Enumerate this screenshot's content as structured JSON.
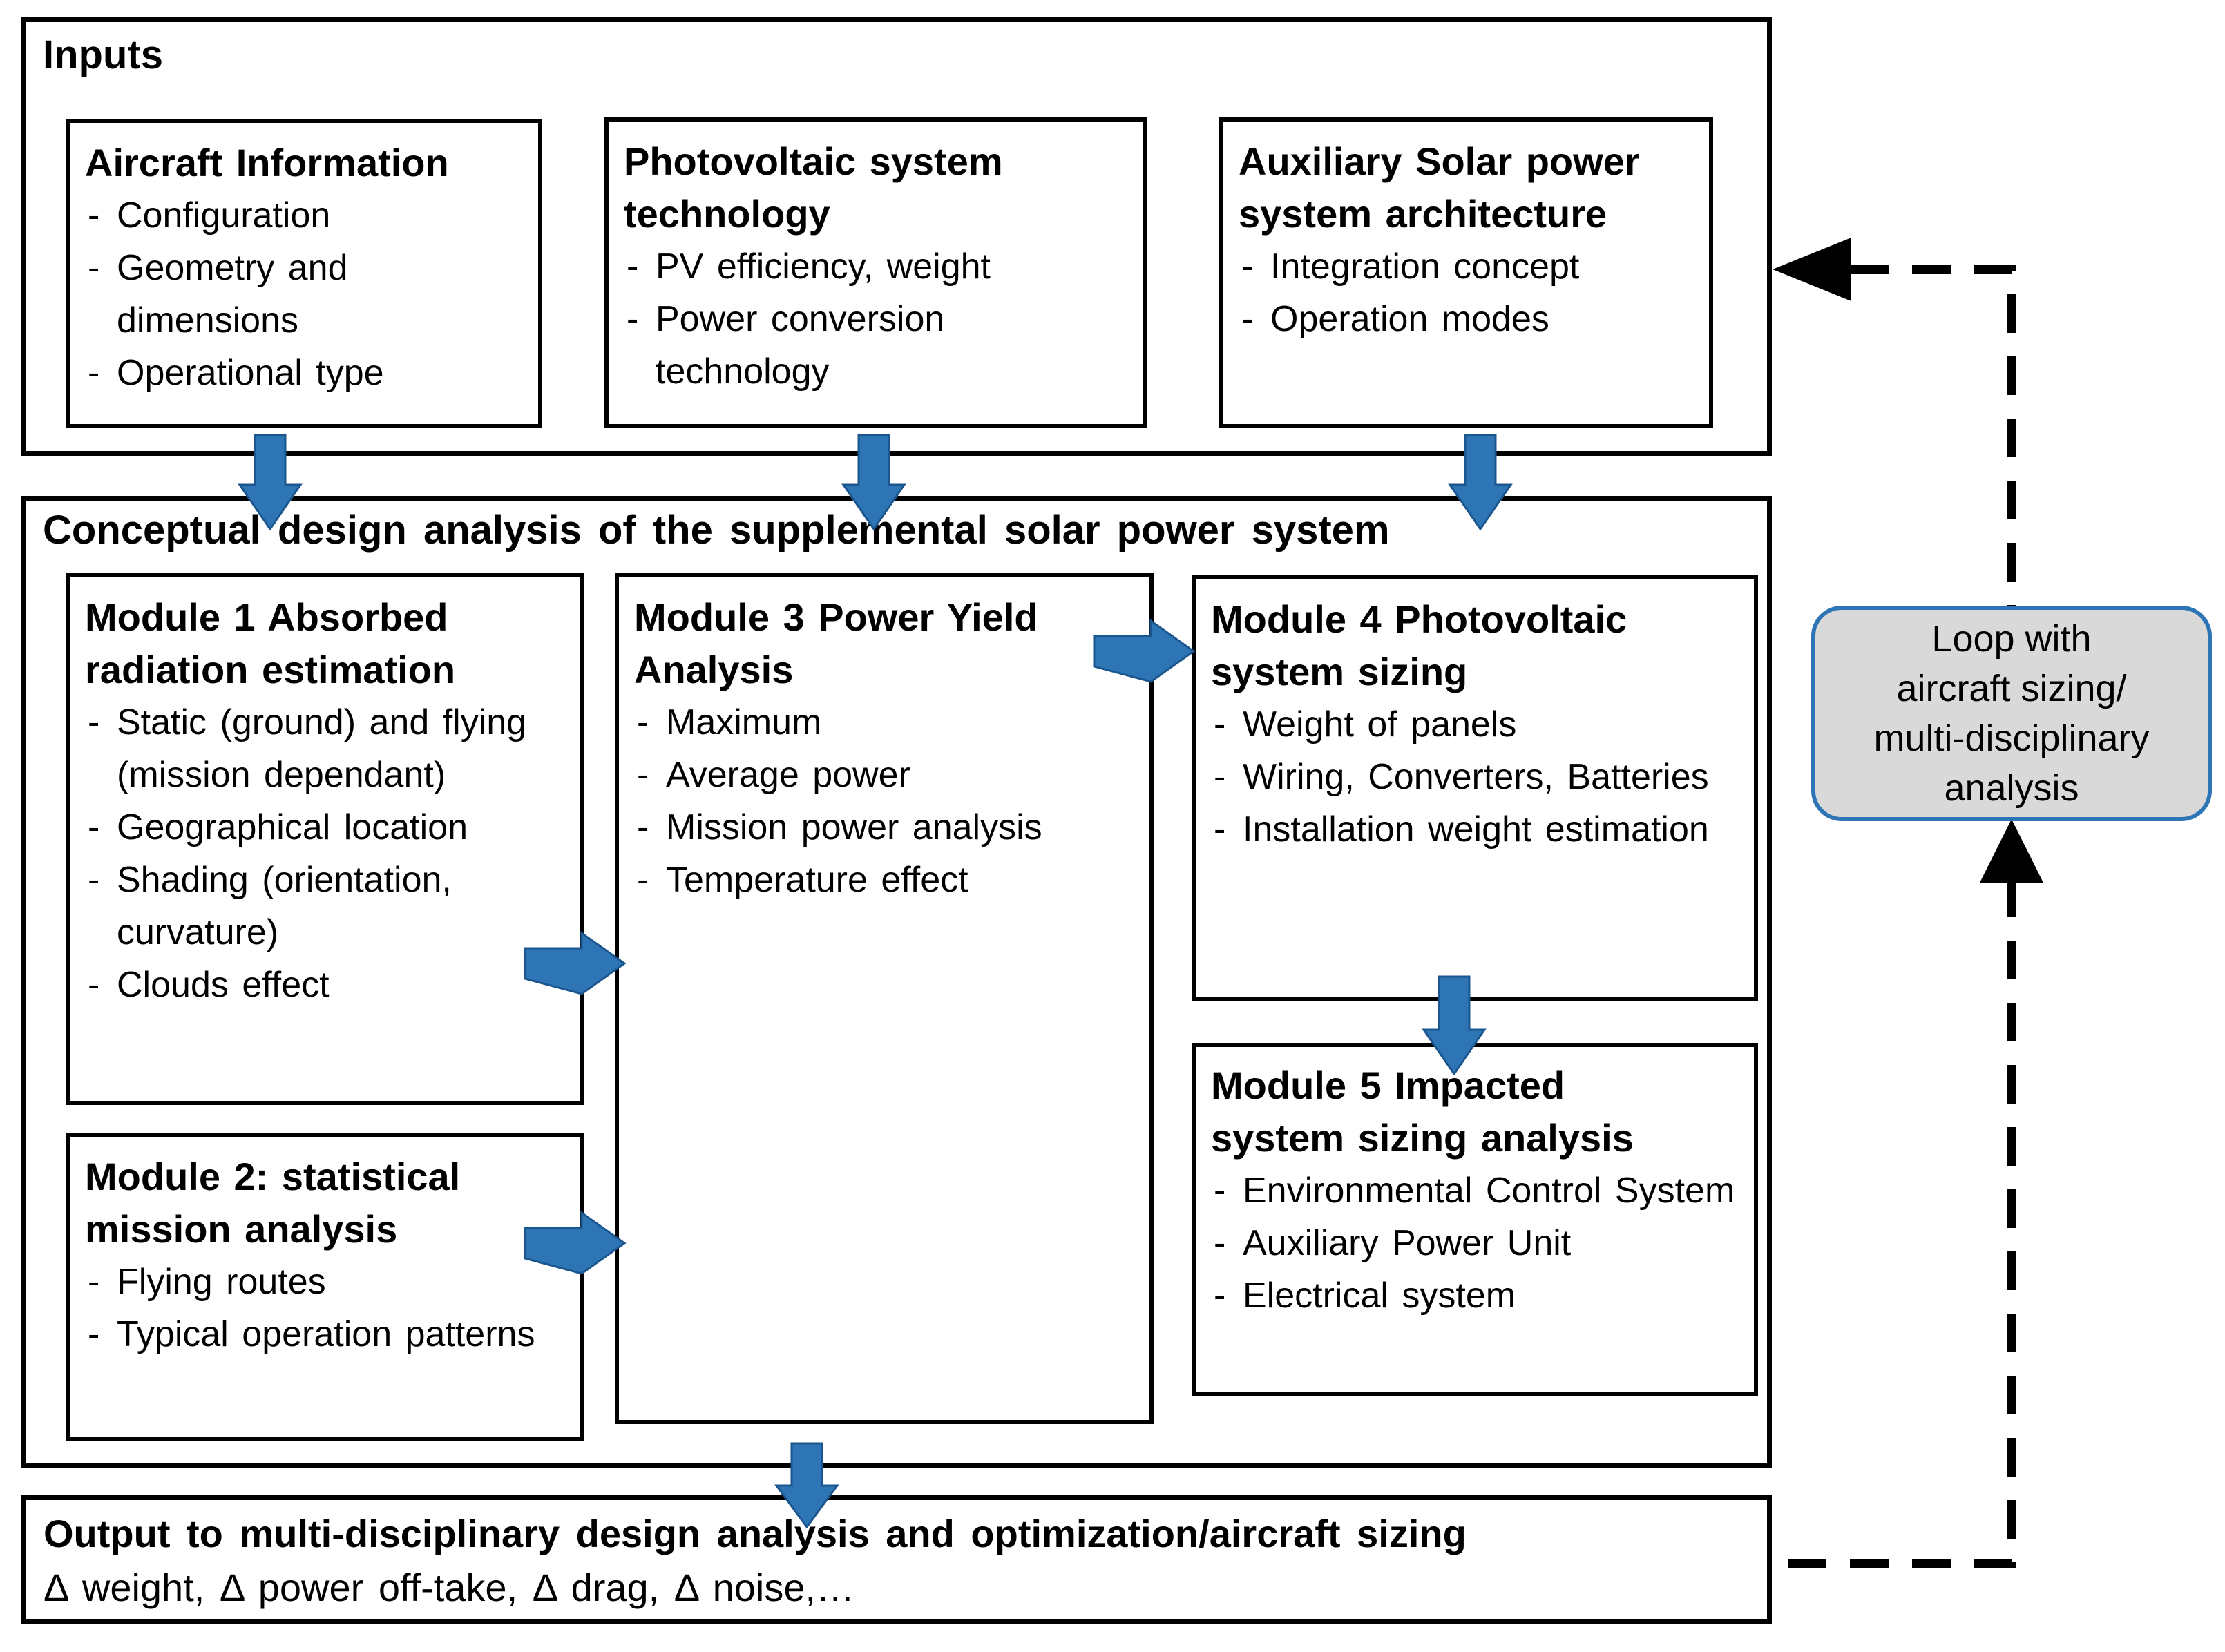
{
  "ui": {
    "bullet": "-"
  },
  "colors": {
    "arrow_blue": "#2E75B6",
    "arrow_blue_outline": "#1B568F",
    "loop_fill": "#D9D9D9",
    "loop_border": "#2E75B6",
    "line_black": "#000000"
  },
  "inputs": {
    "title": "Inputs",
    "boxes": [
      {
        "title": "Aircraft Information",
        "items": [
          "Configuration",
          "Geometry and dimensions",
          "Operational type"
        ]
      },
      {
        "title": "Photovoltaic system\ntechnology",
        "items": [
          "PV efficiency, weight",
          "Power conversion technology"
        ]
      },
      {
        "title": "Auxiliary Solar power\nsystem architecture",
        "items": [
          "Integration concept",
          "Operation modes"
        ]
      }
    ]
  },
  "analysis": {
    "title": "Conceptual design analysis of the supplemental solar power system",
    "modules": [
      {
        "title": "Module 1 Absorbed\nradiation estimation",
        "items": [
          "Static (ground) and flying (mission dependant)",
          "Geographical location",
          "Shading (orientation, curvature)",
          "Clouds effect"
        ]
      },
      {
        "title": "Module 2: statistical\nmission analysis",
        "items": [
          "Flying routes",
          "Typical operation patterns"
        ]
      },
      {
        "title": "Module 3 Power Yield\nAnalysis",
        "items": [
          "Maximum",
          "Average power",
          "Mission power analysis",
          "Temperature effect"
        ]
      },
      {
        "title": "Module 4 Photovoltaic\nsystem sizing",
        "items": [
          "Weight of panels",
          "Wiring, Converters, Batteries",
          "Installation weight estimation"
        ]
      },
      {
        "title": "Module 5 Impacted\nsystem sizing analysis",
        "items": [
          "Environmental Control System",
          "Auxiliary Power Unit",
          "Electrical system"
        ]
      }
    ]
  },
  "output": {
    "title": "Output to multi-disciplinary design analysis and optimization/aircraft sizing",
    "subtitle": "Δ weight, Δ power off-take, Δ drag, Δ noise,…"
  },
  "loop": {
    "label": "Loop with\naircraft sizing/\nmulti-disciplinary\nanalysis"
  }
}
